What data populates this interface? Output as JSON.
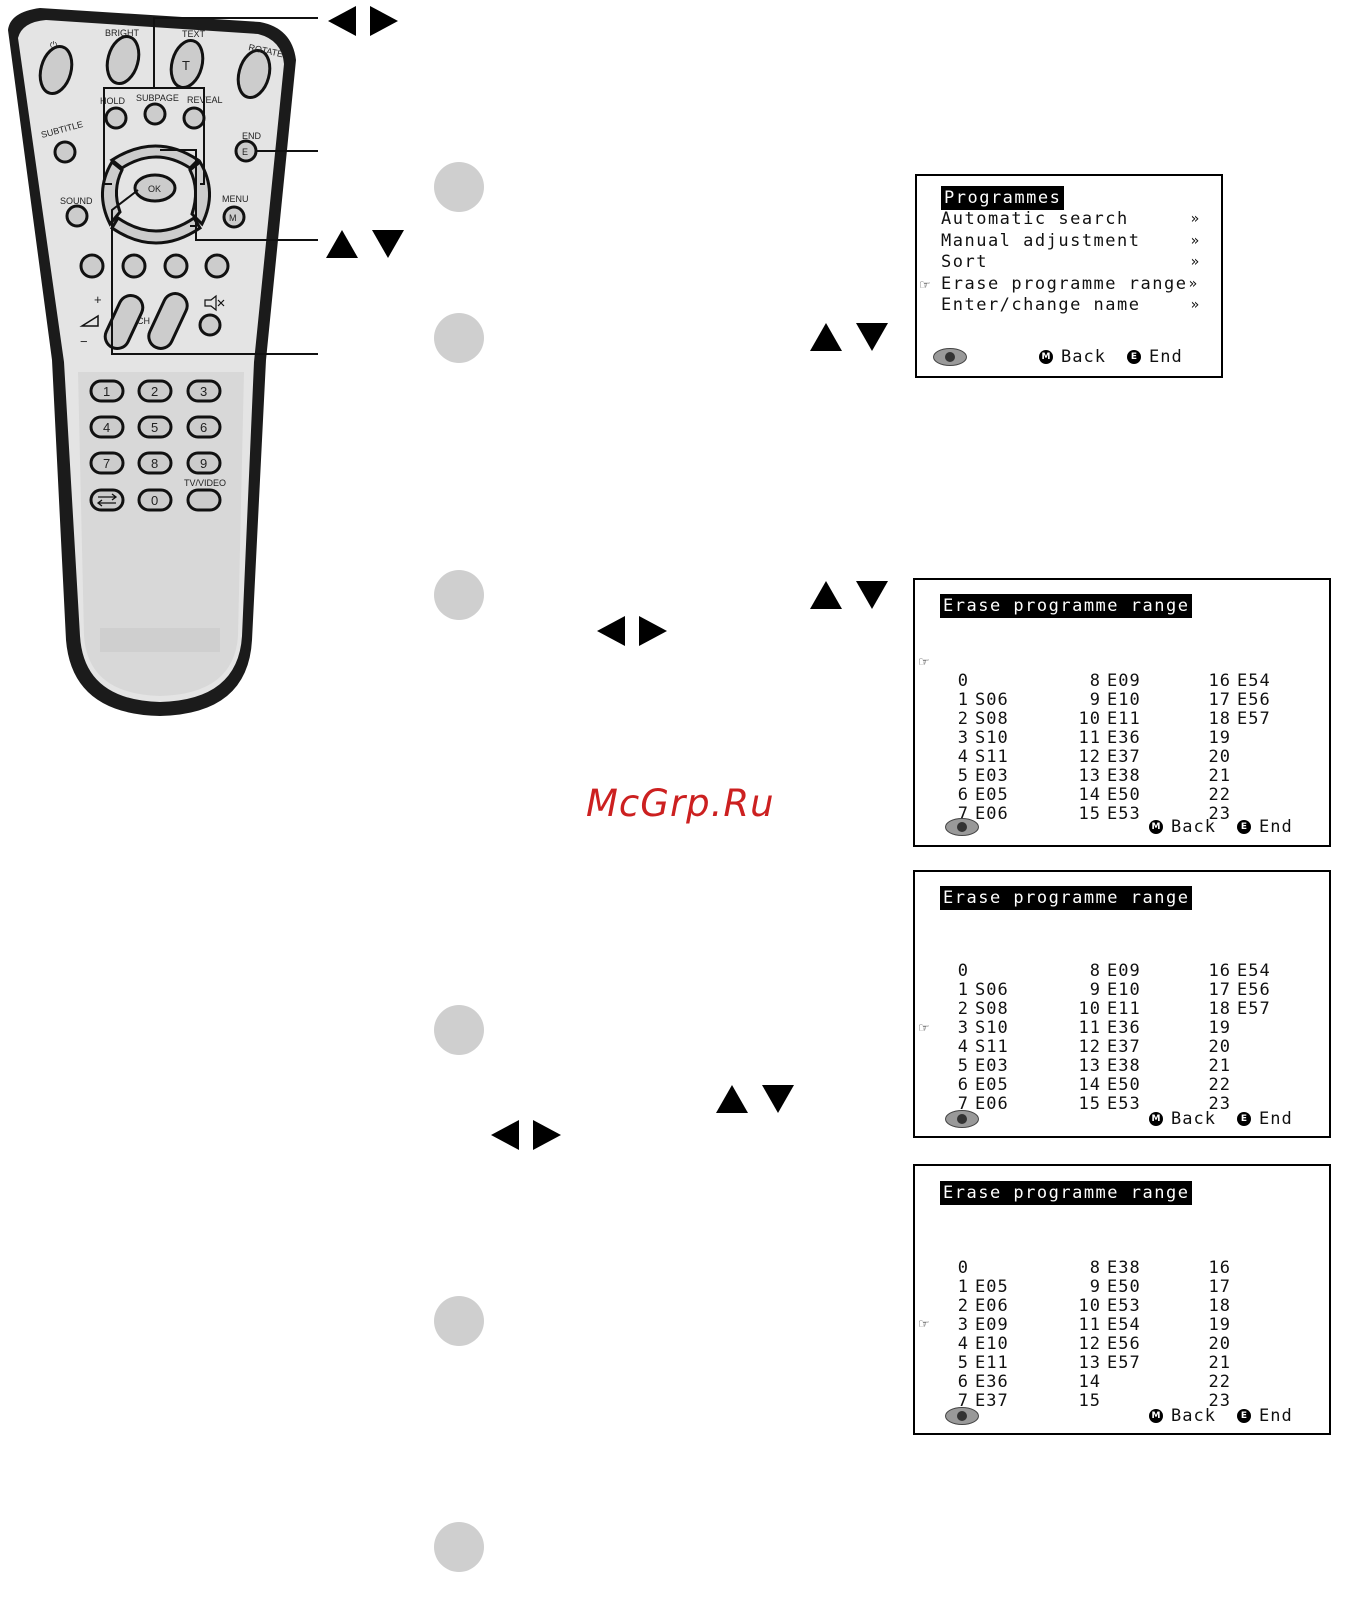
{
  "remote": {
    "labels": {
      "bright": "BRIGHT",
      "text": "TEXT",
      "rotate": "ROTATE",
      "hold": "HOLD",
      "subpage": "SUBPAGE",
      "reveal": "REVEAL",
      "subtitle": "SUBTITLE",
      "end": "END",
      "sound": "SOUND",
      "menu": "MENU",
      "ok": "OK",
      "ch": "CH",
      "tv_video": "TV/VIDEO",
      "text_btn": "T",
      "end_btn": "E",
      "menu_btn": "M",
      "plus": "+",
      "minus": "−"
    },
    "numbers": [
      "1",
      "2",
      "3",
      "4",
      "5",
      "6",
      "7",
      "8",
      "9",
      "0"
    ]
  },
  "watermark": "McGrp.Ru",
  "programmes_menu": {
    "title": "Programmes",
    "items": [
      {
        "label": "Automatic search",
        "arrow": "»"
      },
      {
        "label": "Manual adjustment",
        "arrow": "»"
      },
      {
        "label": "Sort",
        "arrow": "»"
      },
      {
        "label": "Erase programme range",
        "arrow": "»"
      },
      {
        "label": "Enter/change name",
        "arrow": "»"
      }
    ],
    "pointer": "☞",
    "back_key": "M",
    "back": "Back",
    "end_key": "E",
    "end": "End"
  },
  "erase_screens": [
    {
      "title": "Erase programme range",
      "pointer": "☞",
      "col1_num": [
        "0",
        "1",
        "2",
        "3",
        "4",
        "5",
        "6",
        "7"
      ],
      "col1_ch": [
        "",
        "S06",
        "S08",
        "S10",
        "S11",
        "E03",
        "E05",
        "E06"
      ],
      "col2_num": [
        "8",
        "9",
        "10",
        "11",
        "12",
        "13",
        "14",
        "15"
      ],
      "col2_ch": [
        "E09",
        "E10",
        "E11",
        "E36",
        "E37",
        "E38",
        "E50",
        "E53"
      ],
      "col3_num": [
        "16",
        "17",
        "18",
        "19",
        "20",
        "21",
        "22",
        "23"
      ],
      "col3_ch": [
        "E54",
        "E56",
        "E57",
        "",
        "",
        "",
        "",
        ""
      ],
      "back_key": "M",
      "back": "Back",
      "end_key": "E",
      "end": "End"
    },
    {
      "title": "Erase programme range",
      "pointer": "☞",
      "col1_num": [
        "0",
        "1",
        "2",
        "3",
        "4",
        "5",
        "6",
        "7"
      ],
      "col1_ch": [
        "",
        "S06",
        "S08",
        "S10",
        "S11",
        "E03",
        "E05",
        "E06"
      ],
      "col2_num": [
        "8",
        "9",
        "10",
        "11",
        "12",
        "13",
        "14",
        "15"
      ],
      "col2_ch": [
        "E09",
        "E10",
        "E11",
        "E36",
        "E37",
        "E38",
        "E50",
        "E53"
      ],
      "col3_num": [
        "16",
        "17",
        "18",
        "19",
        "20",
        "21",
        "22",
        "23"
      ],
      "col3_ch": [
        "E54",
        "E56",
        "E57",
        "",
        "",
        "",
        "",
        ""
      ],
      "back_key": "M",
      "back": "Back",
      "end_key": "E",
      "end": "End"
    },
    {
      "title": "Erase programme range",
      "pointer": "☞",
      "col1_num": [
        "0",
        "1",
        "2",
        "3",
        "4",
        "5",
        "6",
        "7"
      ],
      "col1_ch": [
        "",
        "E05",
        "E06",
        "E09",
        "E10",
        "E11",
        "E36",
        "E37"
      ],
      "col2_num": [
        "8",
        "9",
        "10",
        "11",
        "12",
        "13",
        "14",
        "15"
      ],
      "col2_ch": [
        "E38",
        "E50",
        "E53",
        "E54",
        "E56",
        "E57",
        "",
        ""
      ],
      "col3_num": [
        "16",
        "17",
        "18",
        "19",
        "20",
        "21",
        "22",
        "23"
      ],
      "col3_ch": [
        "",
        "",
        "",
        "",
        "",
        "",
        "",
        ""
      ],
      "back_key": "M",
      "back": "Back",
      "end_key": "E",
      "end": "End"
    }
  ]
}
